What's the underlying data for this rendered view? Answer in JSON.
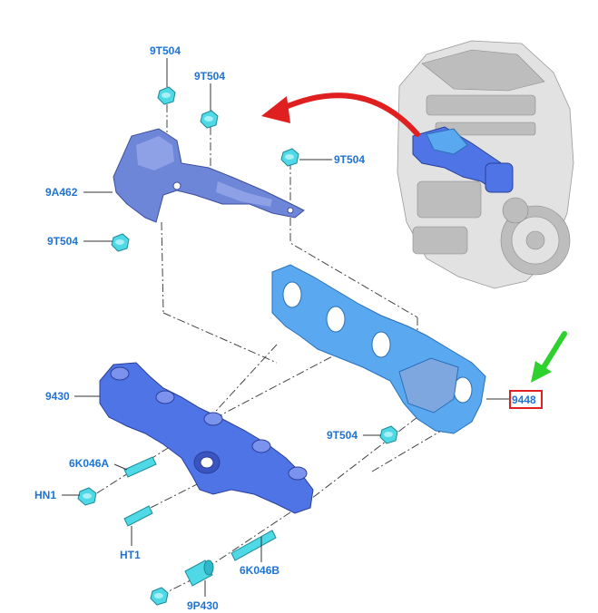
{
  "callouts": {
    "heat_shield": "9A462",
    "shield_nut_1": "9T504",
    "shield_nut_2": "9T504",
    "shield_nut_3": "9T504",
    "shield_nut_4": "9T504",
    "manifold": "9430",
    "gasket": "9448",
    "manifold_nut": "9T504",
    "stud_a": "6K046A",
    "nut_hn1": "HN1",
    "stud_ht1": "HT1",
    "stud_b": "6K046B",
    "spacer": "9P430"
  },
  "colors": {
    "callout_text": "#1e74d6",
    "highlight_box": "#e02020",
    "arrow_red": "#e02020",
    "arrow_green": "#2fd12f",
    "fastener": "#4fd9e6",
    "manifold": "#4f74e6",
    "gasket": "#5aa9f0"
  },
  "highlighted_callout": "9448"
}
